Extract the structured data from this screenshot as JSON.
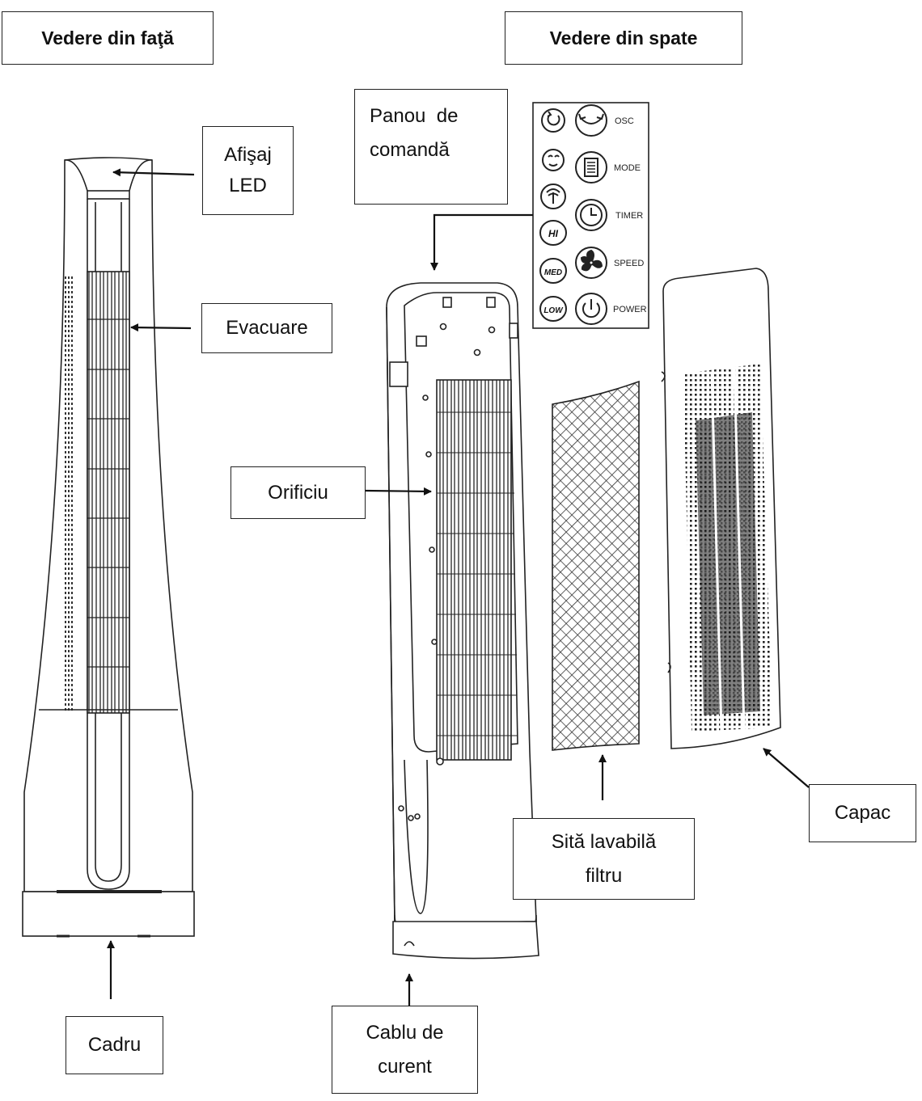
{
  "headers": {
    "front_view": "Vedere din faţă",
    "back_view": "Vedere din spate"
  },
  "labels": {
    "led_display": [
      "Afişaj",
      "LED"
    ],
    "exhaust": "Evacuare",
    "frame": "Cadru",
    "control_panel": [
      "Panou  de",
      "comandă"
    ],
    "opening": "Orificiu",
    "power_cable": [
      "Cablu de",
      "curent"
    ],
    "filter": [
      "Sită lavabilă",
      "filtru"
    ],
    "cover": "Capac"
  },
  "control_panel": {
    "functions": [
      "OSC",
      "MODE",
      "TIMER",
      "SPEED",
      "POWER"
    ],
    "left_buttons": [
      "HI",
      "MED",
      "LOW"
    ],
    "icons": [
      "oscillate-icon",
      "sleep-mode-icon",
      "natural-wind-icon",
      "mode-icon",
      "timer-icon",
      "fan-speed-icon",
      "power-icon"
    ]
  },
  "colors": {
    "line": "#222222",
    "background": "#ffffff"
  }
}
